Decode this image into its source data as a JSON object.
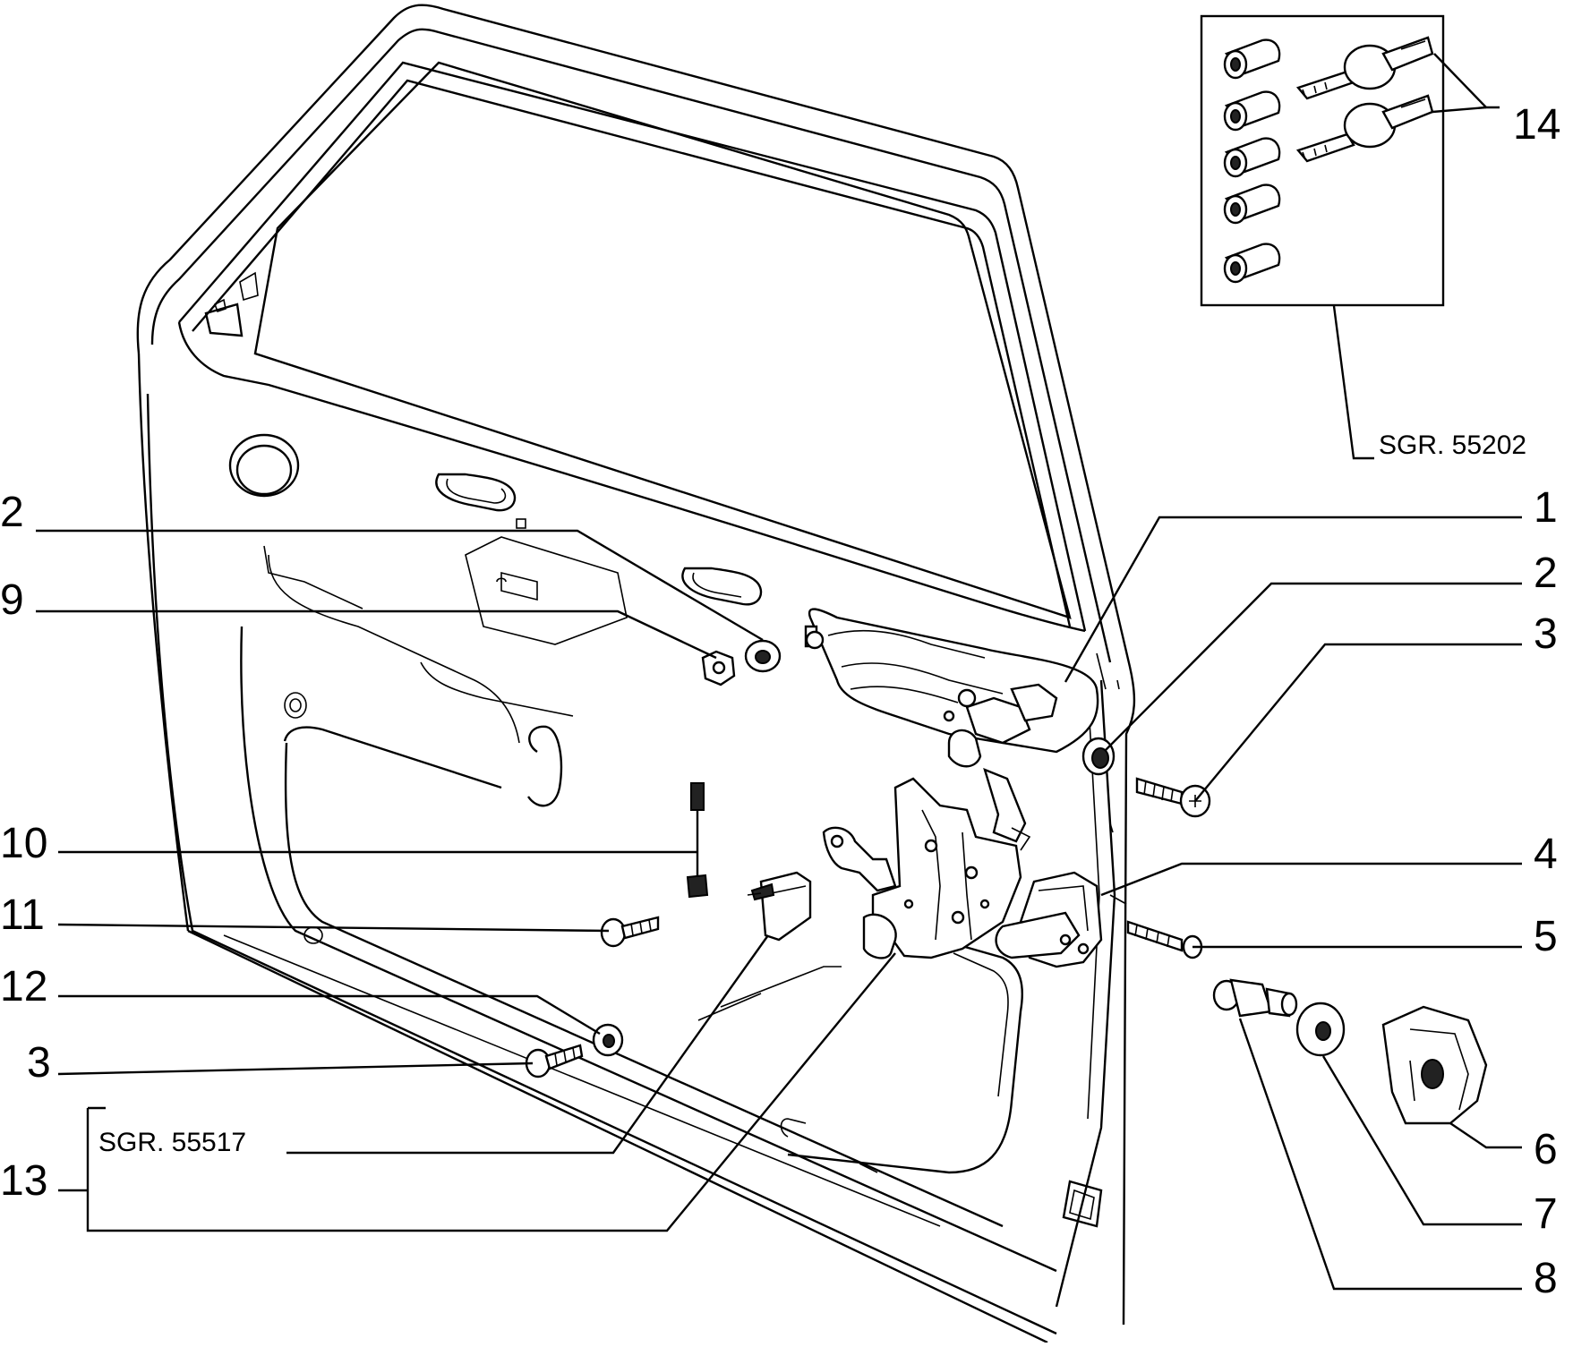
{
  "diagram": {
    "labels_left": [
      "2",
      "9",
      "10",
      "11",
      "12",
      "3",
      "13"
    ],
    "labels_right": [
      "1",
      "2",
      "3",
      "4",
      "5",
      "6",
      "7",
      "8"
    ],
    "label_top": "14",
    "sgr_top": "SGR. 55202",
    "sgr_left": "SGR. 55517"
  }
}
